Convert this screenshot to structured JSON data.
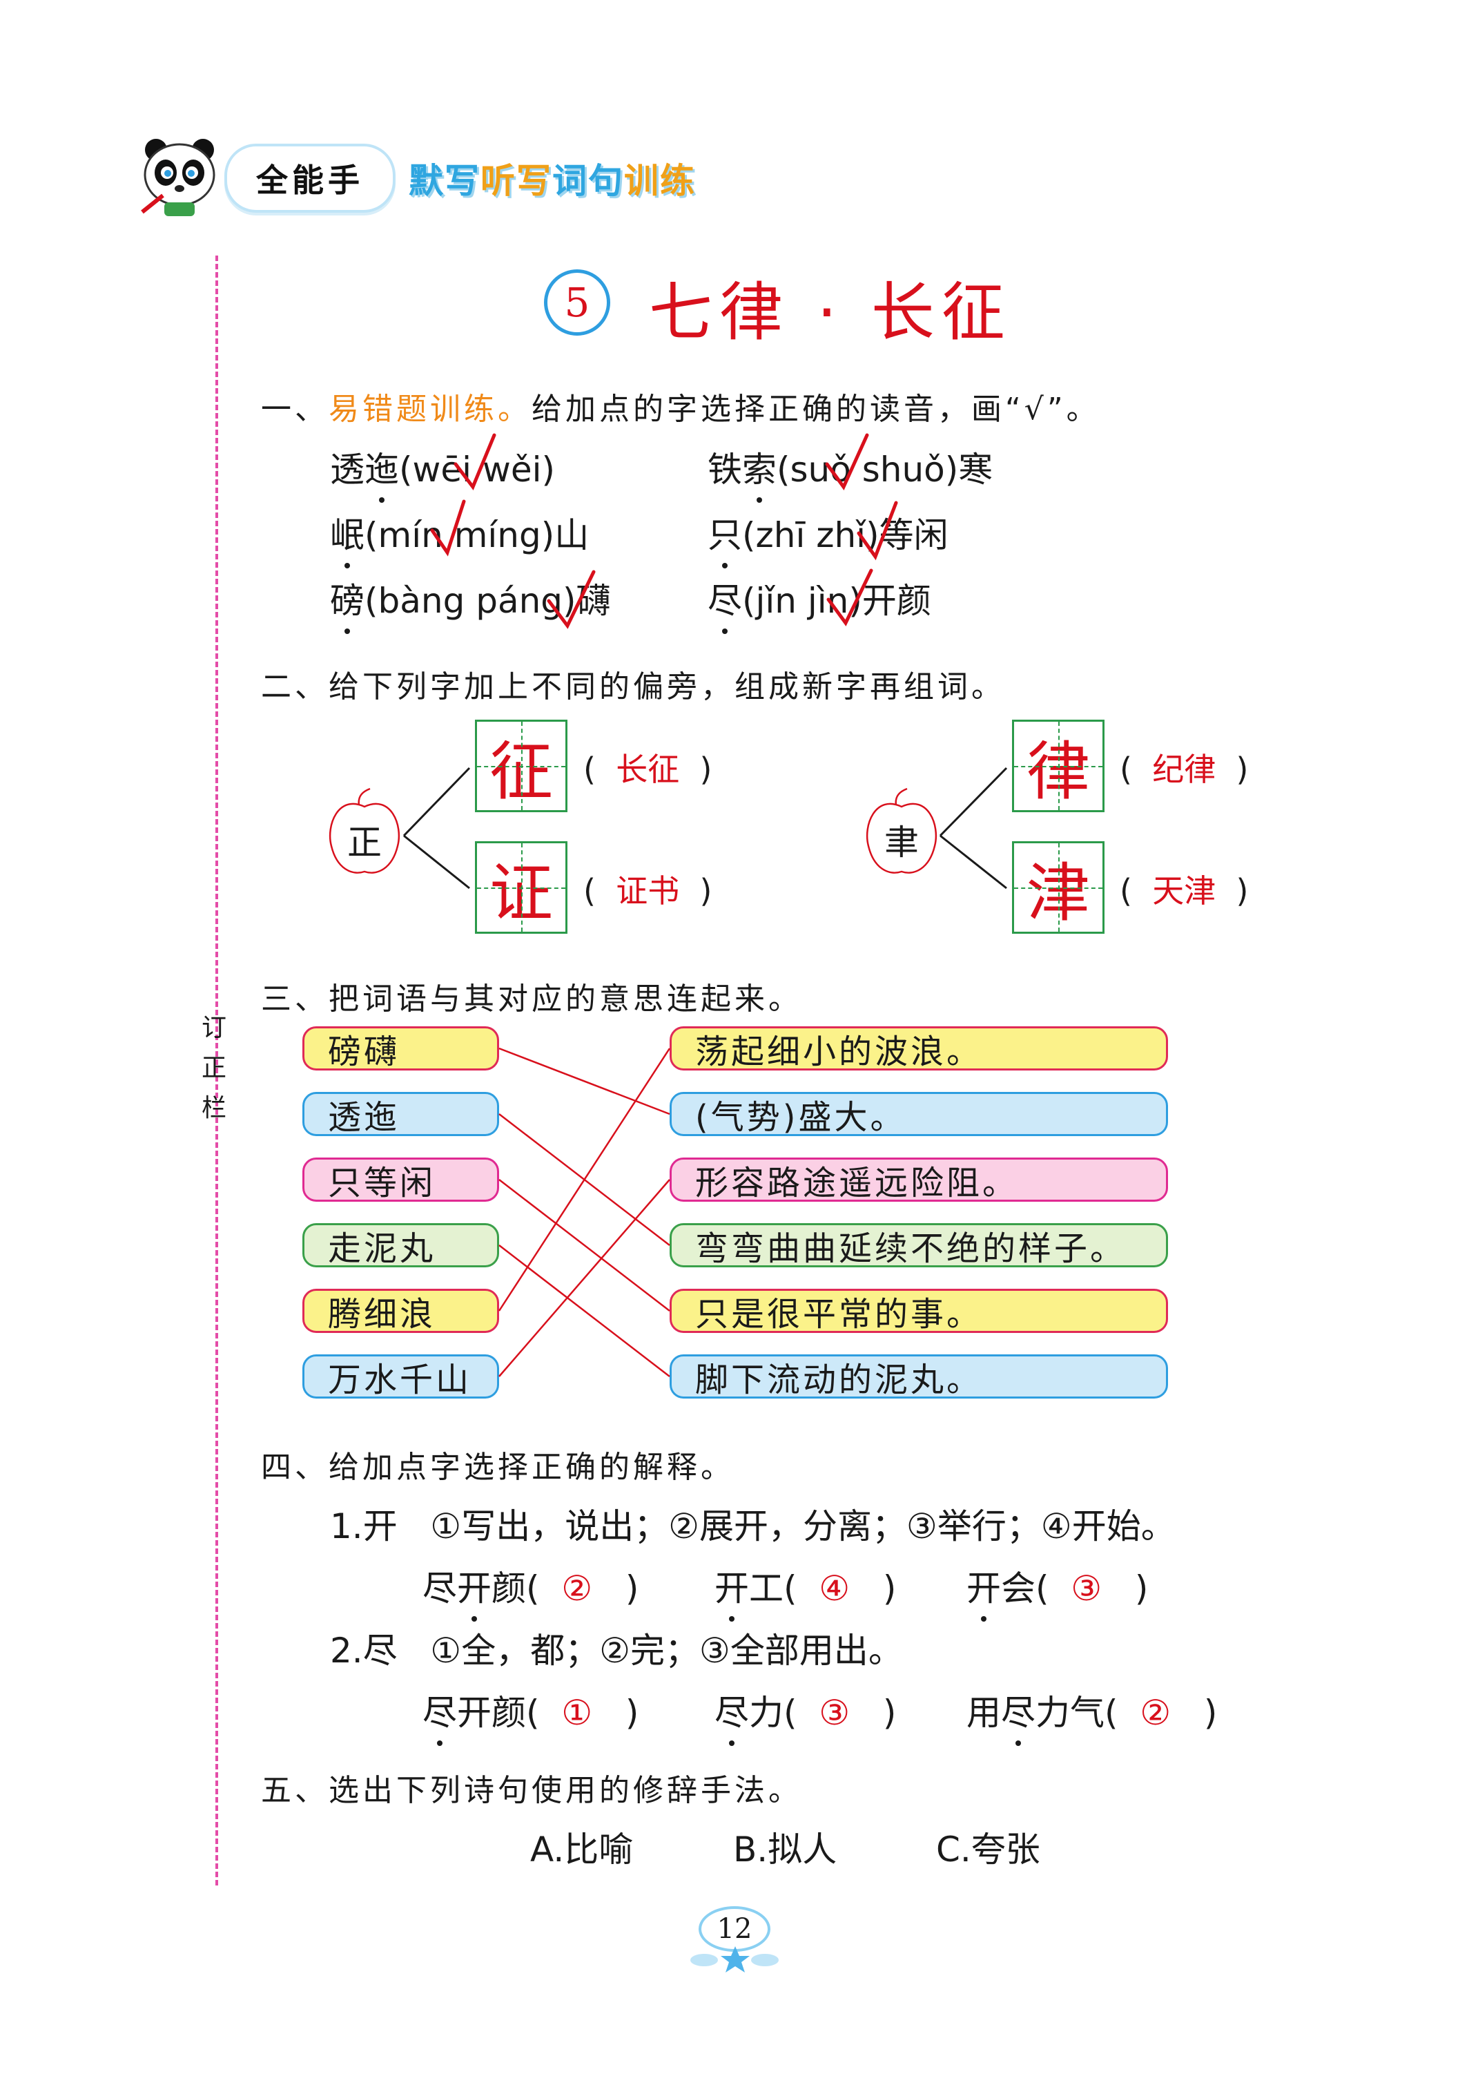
{
  "header": {
    "brand": "全能手",
    "subtitle_parts": [
      "默写",
      "听写",
      "词句",
      "训练"
    ],
    "colors": {
      "accent_blue": "#2e9ee0",
      "accent_orange": "#f08a19",
      "answer_red": "#d8101c",
      "margin_pink": "#e44ca8"
    }
  },
  "lesson": {
    "number": "5",
    "title": "七律 · 长征"
  },
  "margin_label": "订正栏",
  "q1": {
    "prefix": "一、",
    "highlight": "易错题训练。",
    "rest": "给加点的字选择正确的读音，画“√”。",
    "rows": [
      {
        "pre": "透",
        "dot": "迤",
        "post": "(wēi",
        "mid": "  wěi)",
        "after": ""
      },
      {
        "pre": "铁",
        "dot": "索",
        "post": "(suǒ",
        "mid": "  shuǒ)",
        "after": "寒"
      },
      {
        "pre": "",
        "dot": "岷",
        "post": "(mín",
        "mid": "  míng)",
        "after": "山"
      },
      {
        "pre": "",
        "dot": "只",
        "post": "(zhī",
        "mid": "  zhǐ)",
        "after": "等闲"
      },
      {
        "pre": "",
        "dot": "磅",
        "post": "(bàng",
        "mid": "  páng)",
        "after": "礴"
      },
      {
        "pre": "",
        "dot": "尽",
        "post": "(jǐn",
        "mid": "  jìn)",
        "after": "开颜"
      }
    ]
  },
  "q2": {
    "title": "二、给下列字加上不同的偏旁，组成新字再组词。",
    "groups": [
      {
        "root": "正",
        "chars": [
          "征",
          "证"
        ],
        "words": [
          "长征",
          "证书"
        ]
      },
      {
        "root": "聿",
        "chars": [
          "律",
          "津"
        ],
        "words": [
          "纪律",
          "天津"
        ]
      }
    ]
  },
  "q3": {
    "title": "三、把词语与其对应的意思连起来。",
    "left": [
      "磅礴",
      "透迤",
      "只等闲",
      "走泥丸",
      "腾细浪",
      "万水千山"
    ],
    "right": [
      "荡起细小的波浪。",
      "(气势)盛大。",
      "形容路途遥远险阻。",
      "弯弯曲曲延续不绝的样子。",
      "只是很平常的事。",
      "脚下流动的泥丸。"
    ]
  },
  "q4": {
    "title": "四、给加点字选择正确的解释。",
    "item1": {
      "label": "1.开",
      "meanings": "①写出，说出；②展开，分离；③举行；④开始。",
      "entries": [
        {
          "pre": "尽",
          "dot": "开",
          "post": "颜(",
          "answer": "②",
          "close": ")"
        },
        {
          "pre": "",
          "dot": "开",
          "post": "工(",
          "answer": "④",
          "close": ")"
        },
        {
          "pre": "",
          "dot": "开",
          "post": "会(",
          "answer": "③",
          "close": ")"
        }
      ]
    },
    "item2": {
      "label": "2.尽",
      "meanings": "①全，都；②完；③全部用出。",
      "entries": [
        {
          "pre": "",
          "dot": "尽",
          "post": "开颜(",
          "answer": "①",
          "close": ")"
        },
        {
          "pre": "",
          "dot": "尽",
          "post": "力(",
          "answer": "③",
          "close": ")"
        },
        {
          "pre": "用",
          "dot": "尽",
          "post": "力气(",
          "answer": "②",
          "close": ")"
        }
      ]
    }
  },
  "q5": {
    "title": "五、选出下列诗句使用的修辞手法。",
    "options": [
      "A.比喻",
      "B.拟人",
      "C.夸张"
    ]
  },
  "page_number": "12"
}
